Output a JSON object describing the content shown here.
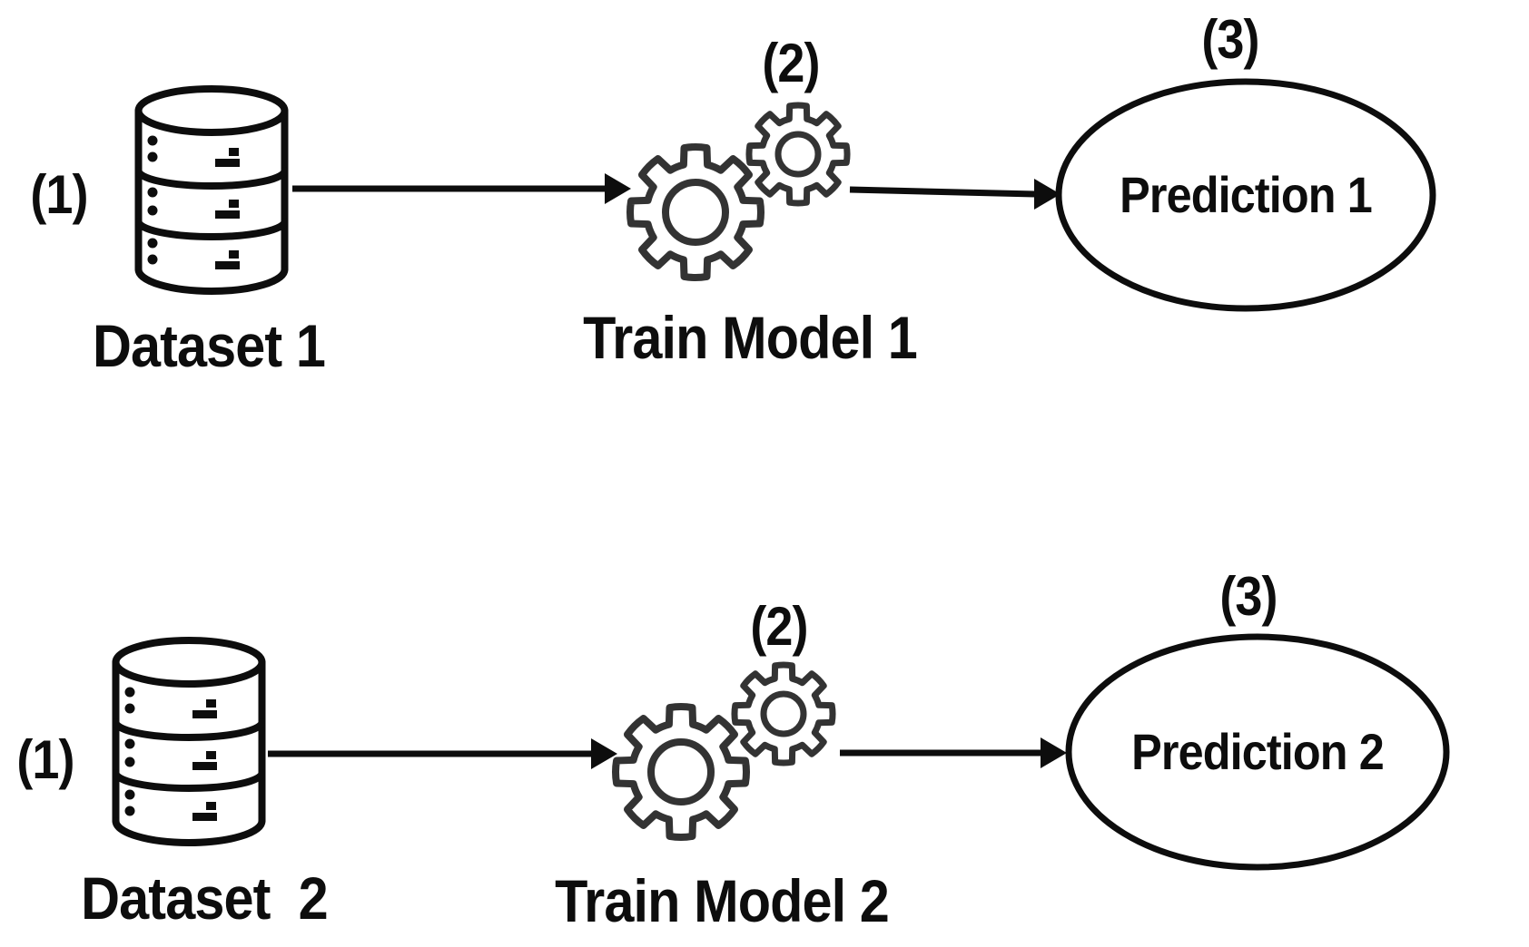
{
  "diagram": {
    "background_color": "#ffffff",
    "ink_color": "#0d0d0d",
    "gear_color": "#333333",
    "icons": {
      "dataset": "database-icon",
      "train": "gears-icon"
    },
    "rows": [
      {
        "step1_label": "(1)",
        "dataset_label": "Dataset 1",
        "step2_label": "(2)",
        "train_label": "Train Model 1",
        "step3_label": "(3)",
        "prediction_label": "Prediction 1"
      },
      {
        "step1_label": "(1)",
        "dataset_label": "Dataset  2",
        "step2_label": "(2)",
        "train_label": "Train Model 2",
        "step3_label": "(3)",
        "prediction_label": "Prediction 2"
      }
    ]
  }
}
